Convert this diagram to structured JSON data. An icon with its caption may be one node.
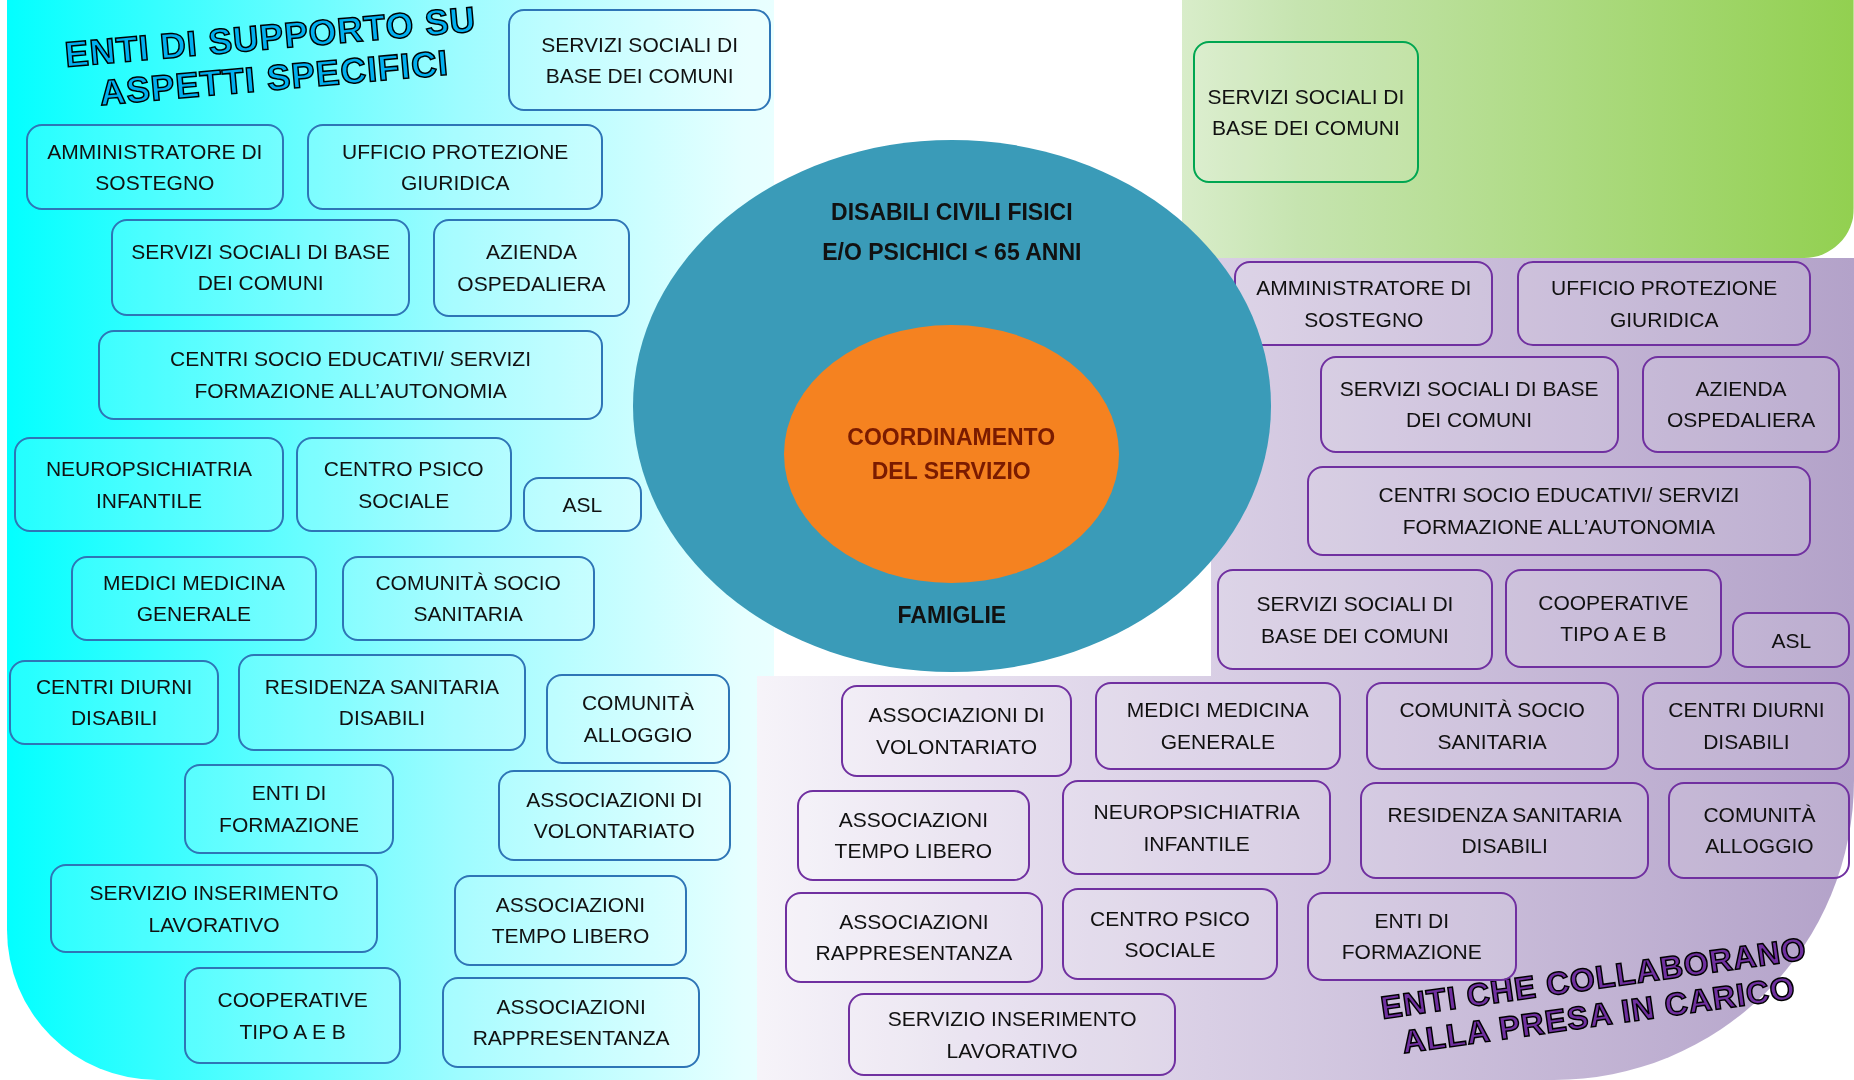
{
  "diagram": {
    "nodes": [
      {
        "text": [
          "ENTI DI SUPPORTO SU ASPETTI SPECIFICI"
        ]
      },
      {
        "text": [
          "SERVIZI SOCIALI DI BASE DEI COMUNI"
        ],
        "in": 0
      },
      {
        "text": [
          "AMMINISTRATORE DI SOSTEGNO"
        ],
        "in": 0
      },
      {
        "text": [
          "UFFICIO PROTEZIONE GIURIDICA"
        ],
        "in": 0
      },
      {
        "text": [
          "SERVIZI SOCIALI DI BASE DEI COMUNI"
        ],
        "in": 0
      },
      {
        "text": [
          "AZIENDA OSPEDALIERA"
        ],
        "in": 0
      },
      {
        "text": [
          "CENTRI SOCIO EDUCATIVI/ SERVIZI FORMAZIONE ALL’AUTONOMIA"
        ],
        "in": 0
      },
      {
        "text": [
          "NEUROPSICHIATRIA INFANTILE"
        ],
        "in": 0
      },
      {
        "text": [
          "CENTRO PSICO SOCIALE"
        ],
        "in": 0
      },
      {
        "text": [
          "ASL"
        ],
        "in": 0
      },
      {
        "text": [
          "MEDICI MEDICINA GENERALE"
        ],
        "in": 0
      },
      {
        "text": [
          "COMUNITÀ SOCIO SANITARIA"
        ],
        "in": 0
      },
      {
        "text": [
          "CENTRI DIURNI DISABILI"
        ],
        "in": 0
      },
      {
        "text": [
          "RESIDENZA SANITARIA DISABILI"
        ],
        "in": 0
      },
      {
        "text": [
          "COMUNITÀ ALLOGGIO"
        ],
        "in": 0
      },
      {
        "text": [
          "ENTI DI FORMAZIONE"
        ],
        "in": 0
      },
      {
        "text": [
          "ASSOCIAZIONI DI VOLONTARIATO"
        ],
        "in": 0
      },
      {
        "text": [
          "SERVIZIO INSERIMENTO LAVORATIVO"
        ],
        "in": 0
      },
      {
        "text": [
          "ASSOCIAZIONI TEMPO LIBERO"
        ],
        "in": 0
      },
      {
        "text": [
          "COOPERATIVE TIPO A E B"
        ],
        "in": 0
      },
      {
        "text": [
          "ASSOCIAZIONI RAPPRESENTANZA"
        ],
        "in": 0
      },
      {
        "text": [],
        "shape": "box"
      },
      {
        "text": [
          "SERVIZI SOCIALI DI BASE DEI COMUNI"
        ],
        "in": 21
      },
      {
        "text": [
          "DISABILI CIVILI FISICI E/O PSICHICI < 65 ANNI",
          "FAMIGLIE"
        ]
      },
      {
        "text": [
          "COORDINAMENTO DEL SERVIZIO"
        ],
        "in": 23
      },
      {
        "text": [],
        "shape": "box"
      },
      {
        "text": [
          "AMMINISTRATORE DI SOSTEGNO"
        ],
        "in": 25
      },
      {
        "text": [
          "UFFICIO PROTEZIONE GIURIDICA"
        ],
        "in": 25
      },
      {
        "text": [
          "SERVIZI SOCIALI DI BASE DEI COMUNI"
        ],
        "in": 25
      },
      {
        "text": [
          "AZIENDA OSPEDALIERA"
        ],
        "in": 25
      },
      {
        "text": [
          "CENTRI SOCIO EDUCATIVI/ SERVIZI FORMAZIONE ALL’AUTONOMIA"
        ],
        "in": 25
      },
      {
        "text": [
          "SERVIZI SOCIALI DI BASE DEI COMUNI"
        ],
        "in": 25
      },
      {
        "text": [
          "COOPERATIVE TIPO A E B"
        ],
        "in": 25
      },
      {
        "text": [
          "ASL"
        ],
        "in": 25
      },
      {
        "text": [
          "ENTI CHE COLLABORANO ALLA PRESA IN CARICO"
        ]
      },
      {
        "text": [
          "ASSOCIAZIONI DI VOLONTARIATO"
        ],
        "in": 34
      },
      {
        "text": [
          "MEDICI MEDICINA GENERALE"
        ],
        "in": 34
      },
      {
        "text": [
          "COMUNITÀ SOCIO SANITARIA"
        ],
        "in": 34
      },
      {
        "text": [
          "CENTRI DIURNI DISABILI"
        ],
        "in": 34
      },
      {
        "text": [
          "ASSOCIAZIONI TEMPO LIBERO"
        ],
        "in": 34
      },
      {
        "text": [
          "NEUROPSICHIATRIA INFANTILE"
        ],
        "in": 34
      },
      {
        "text": [
          "RESIDENZA SANITARIA DISABILI"
        ],
        "in": 34
      },
      {
        "text": [
          "COMUNITÀ ALLOGGIO"
        ],
        "in": 34
      },
      {
        "text": [
          "ASSOCIAZIONI RAPPRESENTANZA"
        ],
        "in": 34
      },
      {
        "text": [
          "CENTRO PSICO SOCIALE"
        ],
        "in": 34
      },
      {
        "text": [
          "ENTI DI FORMAZIONE"
        ],
        "in": 34
      },
      {
        "text": [
          "SERVIZIO INSERIMENTO LAVORATIVO"
        ],
        "in": 34
      }
    ]
  }
}
